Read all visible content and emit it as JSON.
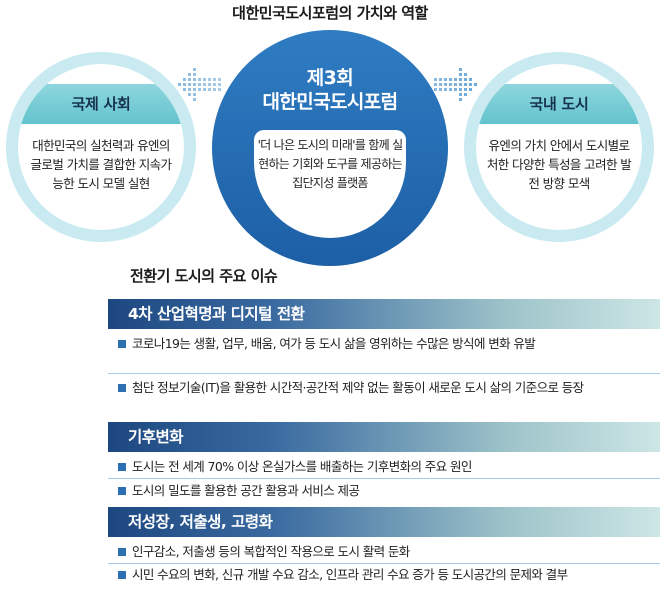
{
  "title": "대한민국도시포럼의 가치와 역할",
  "left_circle": {
    "label": "국제 사회",
    "text": "대한민국의 실천력과 유엔의 글로벌 가치를 결합한 지속가능한 도시 모델 실현"
  },
  "center_circle": {
    "title_line1": "제3회",
    "title_line2": "대한민국도시포럼",
    "text": "'더 나은 도시의 미래'를 함께 실현하는 기회와 도구를 제공하는 집단지성 플랫폼"
  },
  "right_circle": {
    "label": "국내 도시",
    "text": "유엔의 가치 안에서 도시별로 처한 다양한 특성을 고려한 발전 방향 모색"
  },
  "issues_title": "전환기 도시의 주요 이슈",
  "issues": [
    {
      "heading": "4차 산업혁명과 디지털 전환",
      "bullets": [
        "코로나19는 생활, 업무, 배움, 여가 등 도시 삶을 영위하는 수많은 방식에 변화 유발",
        "첨단 정보기술(IT)을 활용한 시간적·공간적 제약 없는 활동이 새로운 도시 삶의 기준으로 등장"
      ]
    },
    {
      "heading": "기후변화",
      "bullets": [
        "도시는 전 세계 70% 이상 온실가스를 배출하는 기후변화의 주요 원인",
        "도시의 밀도를 활용한 공간 활용과 서비스 제공"
      ]
    },
    {
      "heading": "저성장, 저출생, 고령화",
      "bullets": [
        "인구감소, 저출생 등의 복합적인 작용으로 도시 활력 둔화",
        "시민 수요의 변화, 신규 개발 수요 감소, 인프라 관리 수요 증가 등 도시공간의 문제와 결부"
      ]
    }
  ]
}
